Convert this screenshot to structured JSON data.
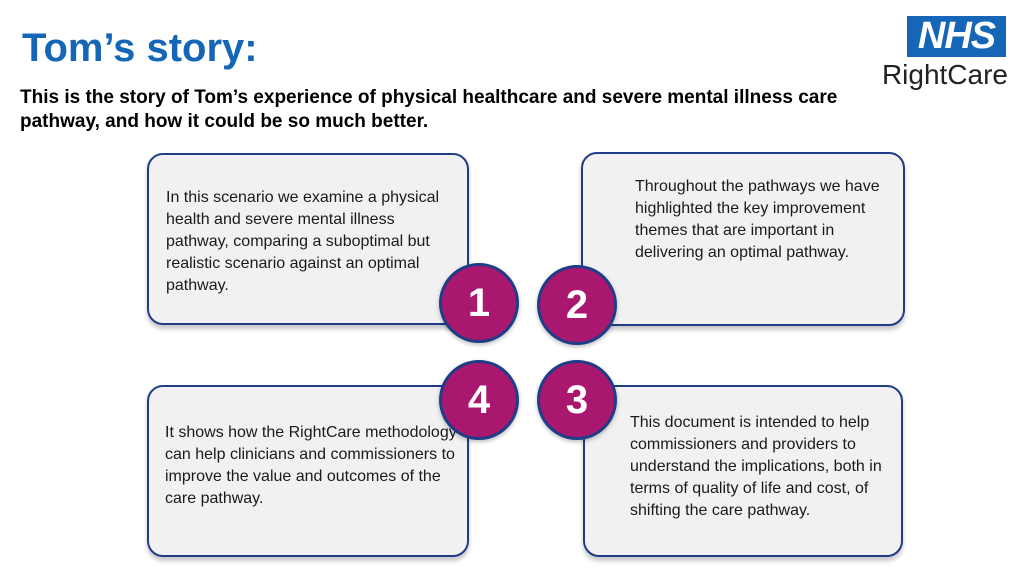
{
  "header": {
    "title": "Tom’s story:",
    "subtitle": "This is the story of Tom’s experience of physical healthcare and severe mental illness care pathway, and how it could be so much better."
  },
  "logo": {
    "nhs": "NHS",
    "rightcare": "RightCare"
  },
  "cards": [
    {
      "number": "1",
      "text": "In this scenario we examine a physical health and severe mental illness pathway, comparing a suboptimal but realistic scenario against an optimal pathway."
    },
    {
      "number": "2",
      "text": "Throughout the pathways we have highlighted the key improvement themes that are important in delivering an optimal pathway."
    },
    {
      "number": "3",
      "text": "This document is intended to help commissioners and providers to understand the implications, both in terms of quality of life and cost, of shifting the care pathway."
    },
    {
      "number": "4",
      "text": "It shows how the RightCare methodology can help clinicians and commissioners to improve the value and outcomes of the care pathway."
    }
  ],
  "colors": {
    "title_blue": "#1566b7",
    "circle_magenta": "#a9186e",
    "card_border": "#1f3d87",
    "card_fill": "#f1f1f2"
  }
}
